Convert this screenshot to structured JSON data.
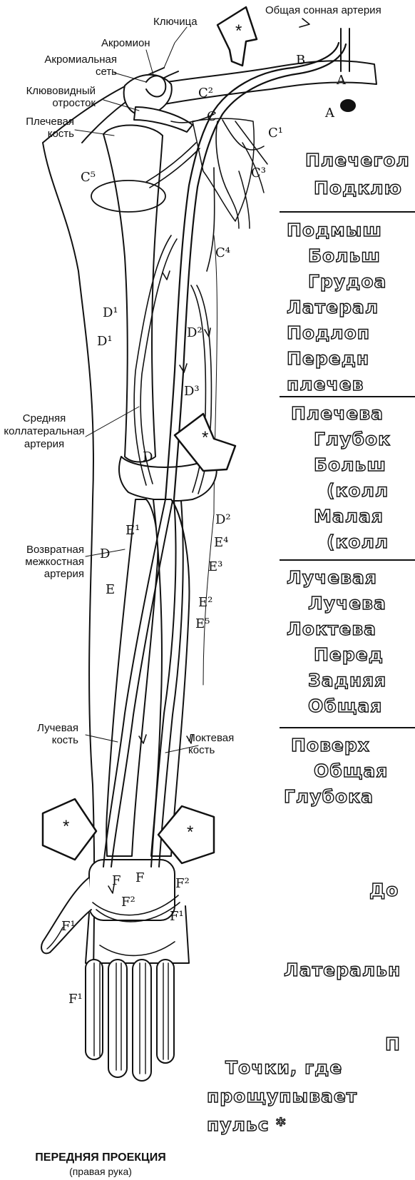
{
  "labels": {
    "common_carotid": "Общая сонная артерия",
    "clavicle": "Ключица",
    "acromion": "Акромион",
    "acromial_net_1": "Акромиальная",
    "acromial_net_2": "сеть",
    "coracoid_1": "Клювовидный",
    "coracoid_2": "отросток",
    "humerus_1": "Плечевая",
    "humerus_2": "кость",
    "middle_collateral_1": "Средняя",
    "middle_collateral_2": "коллатеральная",
    "middle_collateral_3": "артерия",
    "recurrent_interosseous_1": "Возвратная",
    "recurrent_interosseous_2": "межкостная",
    "recurrent_interosseous_3": "артерия",
    "radius_1": "Лучевая",
    "radius_2": "кость",
    "ulna_1": "Локтевая",
    "ulna_2": "кость"
  },
  "letters": {
    "B": "B",
    "A": "A",
    "A2": "A",
    "C": "C",
    "C1": "C¹",
    "C2": "C²",
    "C3": "C³",
    "C4": "C⁴",
    "C5": "C⁵",
    "D": "D",
    "D1a": "D¹",
    "D1b": "D¹",
    "D2a": "D²",
    "D2b": "D²",
    "D3": "D³",
    "E": "E",
    "E1": "E¹",
    "E2": "E²",
    "E3": "E³",
    "E4": "E⁴",
    "E5": "E⁵",
    "F": "F",
    "Fb": "F",
    "F1a": "F¹",
    "F1b": "F¹",
    "F1c": "F¹",
    "F2a": "F²",
    "F2b": "F²"
  },
  "key": {
    "group1": [
      "Плечегол",
      "Подклю"
    ],
    "group2": [
      "Подмыш",
      "Больш",
      "Грудоа",
      "Латерал",
      "Подлоп",
      "Передн",
      "плечев"
    ],
    "group3": [
      "Плечева",
      "Глубок",
      "Больш",
      "(колл",
      "Малая",
      "(колл"
    ],
    "group4": [
      "Лучевая",
      "Лучева",
      "Локтева",
      "Перед",
      "Задняя",
      "Общая"
    ],
    "group5": [
      "Поверх",
      "Общая",
      "Глубока"
    ],
    "lower": [
      "До",
      "Латеральн",
      "П"
    ]
  },
  "pulse_note": {
    "line1": "Точки, где",
    "line2": "прощупывает",
    "line3": "пульс *"
  },
  "caption": "ПЕРЕДНЯЯ ПРОЕКЦИЯ",
  "subcaption": "(правая рука)",
  "pulse_marker": "*"
}
